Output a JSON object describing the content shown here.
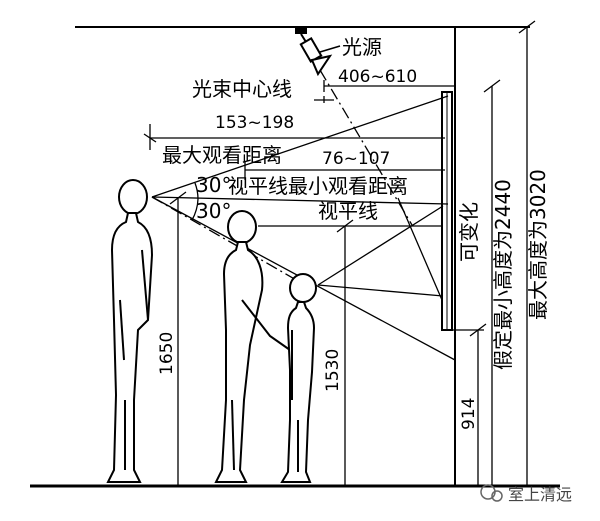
{
  "labels": {
    "light_source": "光源",
    "beam_center_line": "光束中心线",
    "range_406_610": "406~610",
    "range_153_198": "153~198",
    "max_viewing_distance": "最大观看距离",
    "range_76_107": "76~107",
    "angle_top": "30°",
    "sightline_min_distance": "视平线最小观看距离",
    "angle_bottom": "30°",
    "sightline": "视平线",
    "variable": "可变化",
    "min_height": "假定最小高度为2440",
    "max_height": "最大高度为3020",
    "height_1650": "1650",
    "height_1530": "1530",
    "height_914": "914",
    "watermark": "室上清远"
  },
  "colors": {
    "line": "#000000",
    "watermark": "#444444"
  }
}
